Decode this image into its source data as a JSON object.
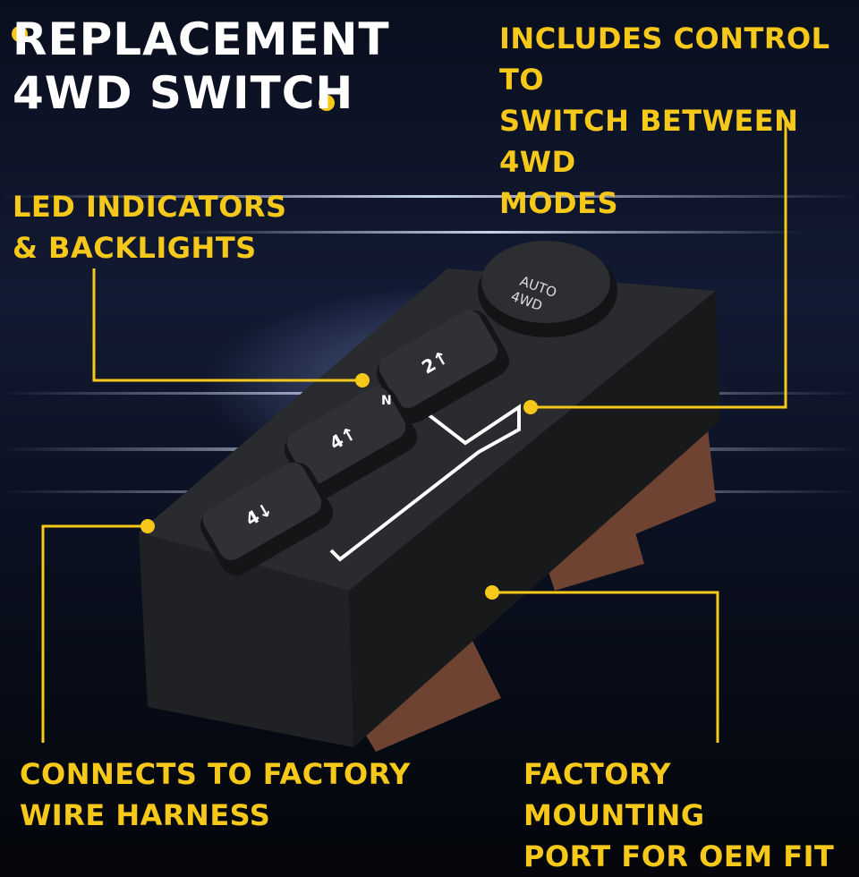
{
  "title": {
    "line1": "REPLACEMENT",
    "line2": "4WD SWITCH"
  },
  "callouts": {
    "top_right": [
      "INCLUDES CONTROL TO",
      "SWITCH BETWEEN 4WD",
      "MODES"
    ],
    "led": [
      "LED INDICATORS",
      "& BACKLIGHTS"
    ],
    "harness": [
      "CONNECTS TO FACTORY",
      "WIRE HARNESS"
    ],
    "mount": [
      "FACTORY MOUNTING",
      "PORT FOR OEM FIT"
    ]
  },
  "switch": {
    "knob_label_1": "AUTO",
    "knob_label_2": "4WD",
    "button_1": "2↑",
    "button_2": "4↑",
    "button_3": "4↓",
    "neutral": "N"
  },
  "colors": {
    "accent": "#f6c81a",
    "title": "#ffffff",
    "body": "#1c1d20",
    "connector": "#7a4a35"
  }
}
